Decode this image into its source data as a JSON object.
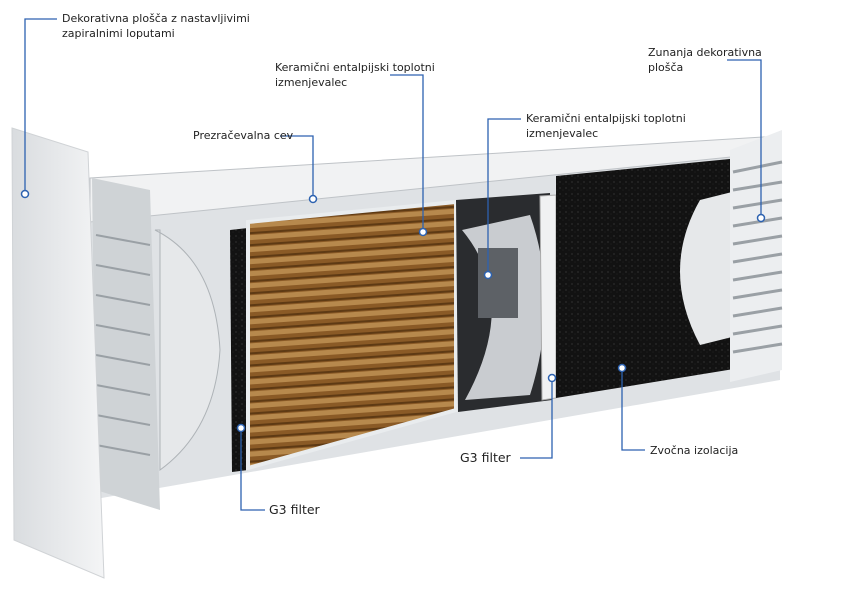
{
  "colors": {
    "leader": "#2d62b0",
    "wood": "#8a5a26",
    "foam": "#111111",
    "plastic": "#e8eaec"
  },
  "labels": {
    "decorative_panel": [
      "Dekorativna plošča z nastavljivimi",
      "zapiralnimi loputami"
    ],
    "heat_exchanger_1": [
      "Keramični entalpijski toplotni",
      "izmenjevalec"
    ],
    "vent_pipe": "Prezračevalna cev",
    "heat_exchanger_2": [
      "Keramični entalpijski toplotni",
      "izmenjevalec"
    ],
    "outer_panel": [
      "Zunanja dekorativna",
      "plošča"
    ],
    "g3_filter_left": "G3 filter",
    "g3_filter_right": "G3 filter",
    "sound_insulation": "Zvočna izolacija"
  }
}
